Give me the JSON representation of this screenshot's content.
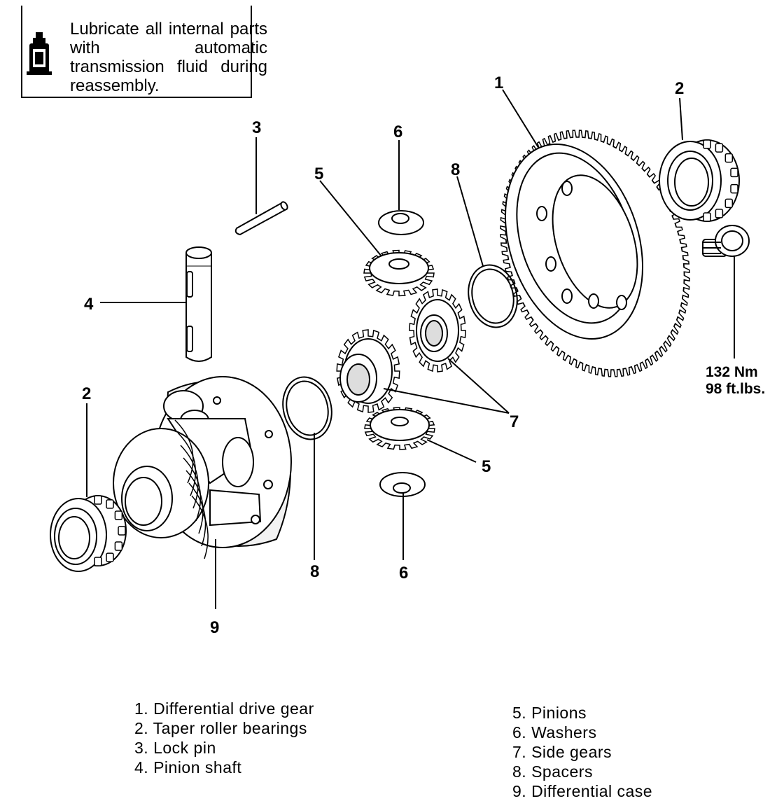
{
  "note": {
    "text": "Lubricate all internal parts with automatic transmission fluid during reassembly.",
    "icon": "oil-bottle-icon"
  },
  "callouts": {
    "c1": "1",
    "c2_right": "2",
    "c2_left": "2",
    "c3": "3",
    "c4": "4",
    "c5_top": "5",
    "c5_bottom": "5",
    "c6_top": "6",
    "c6_bottom": "6",
    "c7": "7",
    "c8_left": "8",
    "c8_right": "8",
    "c9": "9"
  },
  "torque": {
    "metric": "132 Nm",
    "imperial": "98 ft.lbs."
  },
  "legend_left": [
    "1. Differential drive gear",
    "2. Taper roller bearings",
    "3. Lock pin",
    "4. Pinion shaft"
  ],
  "legend_right": [
    "5. Pinions",
    "6. Washers",
    "7. Side gears",
    "8. Spacers",
    "9. Differential case"
  ]
}
